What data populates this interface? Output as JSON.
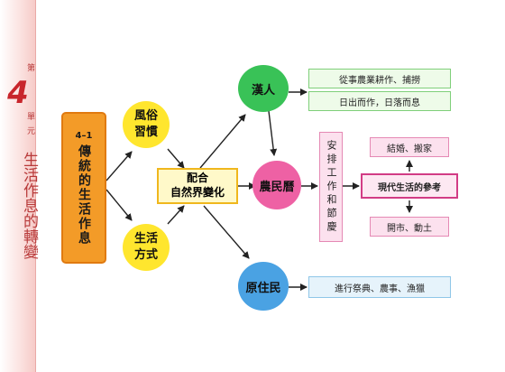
{
  "sidebar": {
    "chapter_char": "第",
    "chapter_number": "4",
    "unit_char": "單",
    "unit_char2": "元",
    "unit_title": "生活作息的轉變"
  },
  "diagram": {
    "source": {
      "label": "4–1",
      "title": "傳統的生活作息"
    },
    "custom": "風俗習慣",
    "lifestyle": "生活方式",
    "center": {
      "line1": "配合",
      "line2": "自然界變化"
    },
    "han": "漢人",
    "han_items": [
      "從事農業耕作、捕撈",
      "日出而作，日落而息"
    ],
    "calendar": "農民曆",
    "arrange": "安排工作和節慶",
    "modern": "現代生活的參考",
    "modern_above": "結婚、搬家",
    "modern_below": "開市、動土",
    "indigenous": "原住民",
    "indigenous_item": "進行祭典、農事、漁獵"
  },
  "colors": {
    "orange": "#f39b28",
    "yellow": "#ffe62e",
    "green": "#39c257",
    "pink": "#ee61a4",
    "blue": "#4aa2e3",
    "sidebar_accent": "#c8262c"
  }
}
